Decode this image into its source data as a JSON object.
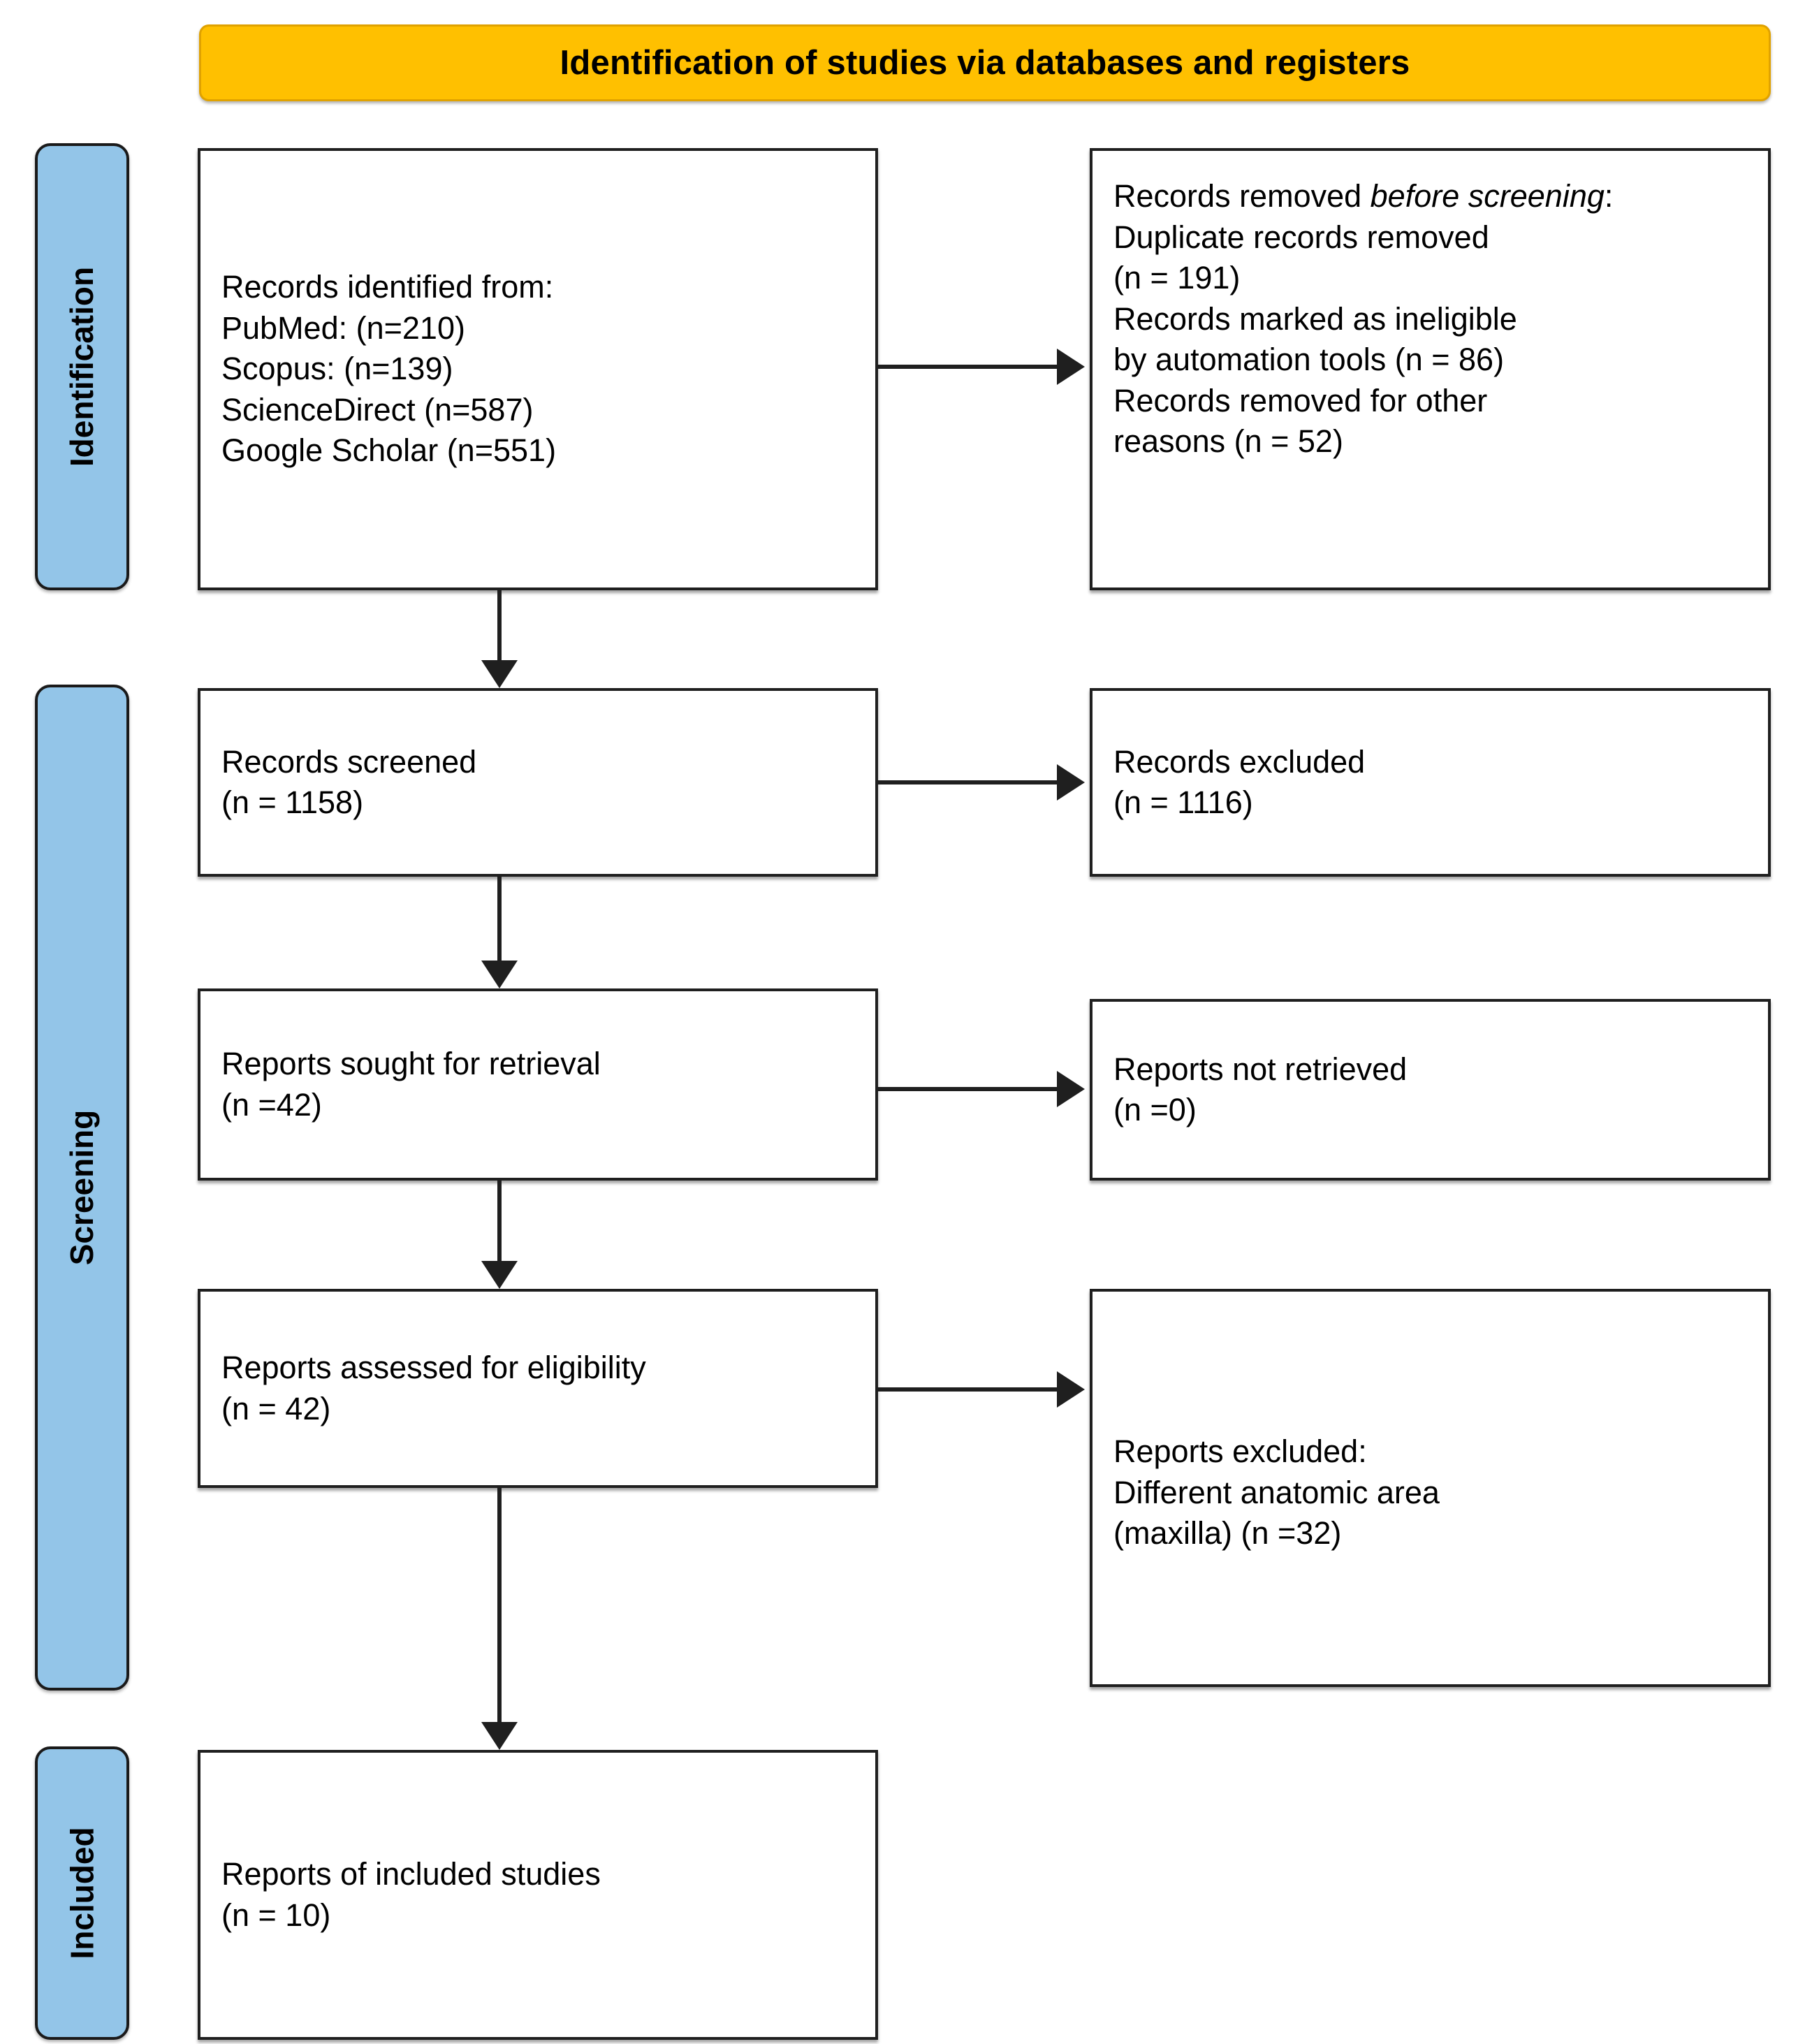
{
  "header": {
    "title": "Identification of studies via databases and registers",
    "bg_color": "#FFC000"
  },
  "stages": {
    "identification": "Identification",
    "screening": "Screening",
    "included": "Included",
    "pill_color": "#93C5E8"
  },
  "boxes": {
    "identified": {
      "title": "Records identified from:",
      "lines": "Records identified from:\nPubMed: (n=210)\nScopus: (n=139)\nScienceDirect (n=587)\nGoogle Scholar (n=551)",
      "sources": [
        {
          "name": "PubMed:",
          "n": 210,
          "label": "PubMed: (n=210)"
        },
        {
          "name": "Scopus:",
          "n": 139,
          "label": "Scopus: (n=139)"
        },
        {
          "name": "ScienceDirect",
          "n": 587,
          "label": "ScienceDirect (n=587)"
        },
        {
          "name": "Google Scholar",
          "n": 551,
          "label": "Google Scholar (n=551)"
        }
      ]
    },
    "removed_before_screening": {
      "lead_plain": "Records removed ",
      "lead_italic": "before screening",
      "lead_colon": ":",
      "items": "    Duplicate records removed\n(n = 191)\n    Records marked as ineligible\nby automation tools (n = 86)\n    Records removed for other\nreasons (n = 52)",
      "duplicates_n": 191,
      "ineligible_n": 86,
      "other_n": 52
    },
    "screened": {
      "lines": "Records screened\n(n = 1158)",
      "n": 1158
    },
    "excluded": {
      "lines": "Records excluded\n(n = 1116)",
      "n": 1116
    },
    "sought": {
      "lines": "Reports sought for retrieval\n(n =42)",
      "n": 42
    },
    "not_retrieved": {
      "lines": "Reports not retrieved\n(n =0)",
      "n": 0
    },
    "assessed": {
      "lines": "Reports assessed for eligibility\n(n = 42)",
      "n": 42
    },
    "reports_excluded": {
      "lines": "Reports excluded:\n    Different anatomic area\n(maxilla) (n =32)",
      "reason": "Different anatomic area (maxilla)",
      "n": 32
    },
    "included": {
      "lines": "Reports of included studies\n(n = 10)",
      "n": 10
    }
  }
}
